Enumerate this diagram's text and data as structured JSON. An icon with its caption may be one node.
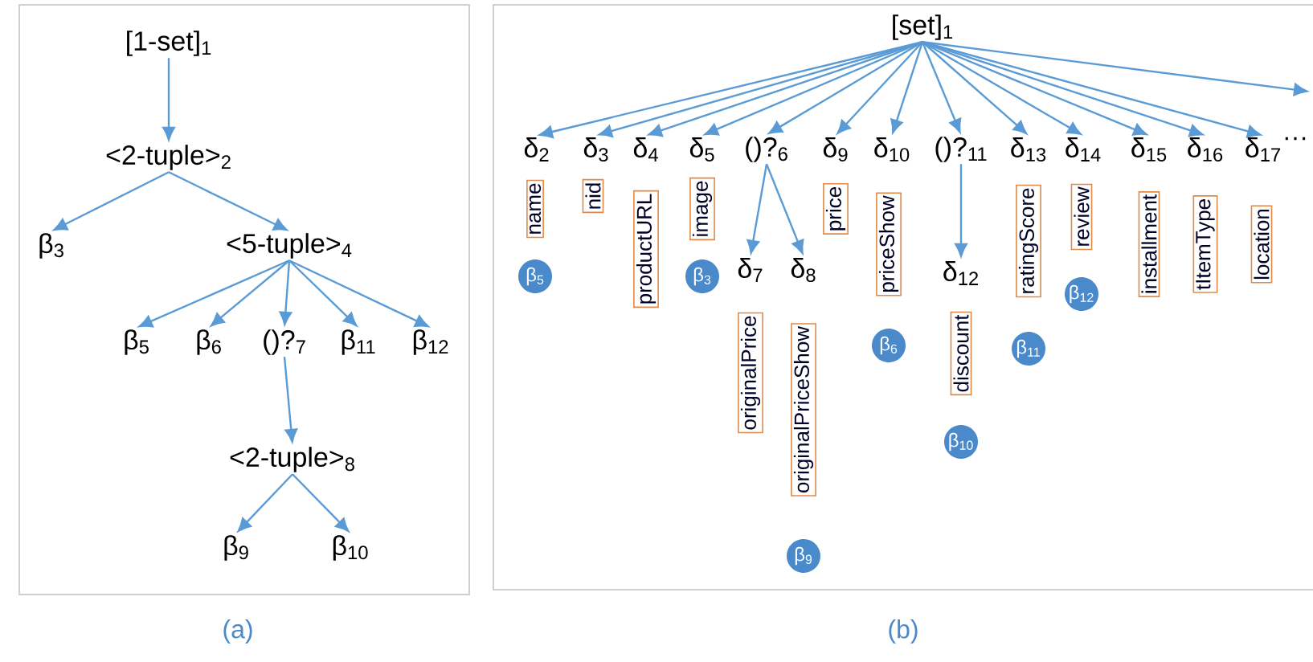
{
  "diagram": {
    "nodes": [
      {
        "text": [
          "[1-set]$_{1}$"
        ]
      },
      {
        "text": [
          "<2-tuple>$_{2}$"
        ]
      },
      {
        "text": [
          "β$_{3}$"
        ]
      },
      {
        "text": [
          "<5-tuple>$_{4}$"
        ]
      },
      {
        "text": [
          "β$_{5}$"
        ]
      },
      {
        "text": [
          "β$_{6}$"
        ]
      },
      {
        "text": [
          "()?$_{7}$"
        ]
      },
      {
        "text": [
          "β$_{11}$"
        ]
      },
      {
        "text": [
          "β$_{12}$"
        ]
      },
      {
        "text": [
          "<2-tuple>$_{8}$"
        ]
      },
      {
        "text": [
          "β$_{9}$"
        ]
      },
      {
        "text": [
          "β$_{10}$"
        ]
      },
      {
        "text": [
          "[set]$_{1}$"
        ]
      },
      {
        "text": [
          "δ$_{2}$"
        ]
      },
      {
        "text": [
          "name"
        ]
      },
      {
        "text": [
          "β$_{5}$"
        ]
      },
      {
        "text": [
          "δ$_{3}$"
        ]
      },
      {
        "text": [
          "nid"
        ]
      },
      {
        "text": [
          "δ$_{4}$"
        ]
      },
      {
        "text": [
          "productURL"
        ]
      },
      {
        "text": [
          "δ$_{5}$"
        ]
      },
      {
        "text": [
          "image"
        ]
      },
      {
        "text": [
          "β$_{3}$"
        ]
      },
      {
        "text": [
          "()?$_{6}$"
        ]
      },
      {
        "text": [
          "δ$_{7}$"
        ]
      },
      {
        "text": [
          "originalPrice"
        ]
      },
      {
        "text": [
          "δ$_{8}$"
        ]
      },
      {
        "text": [
          "originalPriceShow"
        ]
      },
      {
        "text": [
          "β$_{9}$"
        ]
      },
      {
        "text": [
          "δ$_{9}$"
        ]
      },
      {
        "text": [
          "price"
        ]
      },
      {
        "text": [
          "δ$_{10}$"
        ]
      },
      {
        "text": [
          "priceShow"
        ]
      },
      {
        "text": [
          "β$_{6}$"
        ]
      },
      {
        "text": [
          "()?$_{11}$"
        ]
      },
      {
        "text": [
          "δ$_{12}$"
        ]
      },
      {
        "text": [
          "discount"
        ]
      },
      {
        "text": [
          "β$_{10}$"
        ]
      },
      {
        "text": [
          "δ$_{13}$"
        ]
      },
      {
        "text": [
          "ratingScore"
        ]
      },
      {
        "text": [
          "β$_{11}$"
        ]
      },
      {
        "text": [
          "δ$_{14}$"
        ]
      },
      {
        "text": [
          "review"
        ]
      },
      {
        "text": [
          "β$_{12}$"
        ]
      },
      {
        "text": [
          "δ$_{15}$"
        ]
      },
      {
        "text": [
          "installment"
        ]
      },
      {
        "text": [
          "δ$_{16}$"
        ]
      },
      {
        "text": [
          "tItemType"
        ]
      },
      {
        "text": [
          "δ$_{17}$"
        ]
      },
      {
        "text": [
          "location"
        ]
      }
    ],
    "edges": [
      {
        "from": 0,
        "to": 1,
        "arrow": "to"
      },
      {
        "from": 1,
        "to": 2,
        "arrow": "to"
      },
      {
        "from": 1,
        "to": 3,
        "arrow": "to"
      },
      {
        "from": 3,
        "to": 4,
        "arrow": "to"
      },
      {
        "from": 3,
        "to": 5,
        "arrow": "to"
      },
      {
        "from": 3,
        "to": 6,
        "arrow": "to"
      },
      {
        "from": 3,
        "to": 7,
        "arrow": "to"
      },
      {
        "from": 3,
        "to": 8,
        "arrow": "to"
      },
      {
        "from": 6,
        "to": 9,
        "arrow": "to"
      },
      {
        "from": 9,
        "to": 10,
        "arrow": "to"
      },
      {
        "from": 9,
        "to": 11,
        "arrow": "to"
      },
      {
        "from": 12,
        "to": 13,
        "arrow": "to"
      },
      {
        "from": 12,
        "to": 16,
        "arrow": "to"
      },
      {
        "from": 12,
        "to": 18,
        "arrow": "to"
      },
      {
        "from": 12,
        "to": 20,
        "arrow": "to"
      },
      {
        "from": 12,
        "to": 23,
        "arrow": "to"
      },
      {
        "from": 12,
        "to": 29,
        "arrow": "to"
      },
      {
        "from": 12,
        "to": 31,
        "arrow": "to"
      },
      {
        "from": 12,
        "to": 34,
        "arrow": "to"
      },
      {
        "from": 12,
        "to": 38,
        "arrow": "to"
      },
      {
        "from": 12,
        "to": 41,
        "arrow": "to"
      },
      {
        "from": 12,
        "to": 44,
        "arrow": "to"
      },
      {
        "from": 12,
        "to": 46,
        "arrow": "to"
      },
      {
        "from": 12,
        "to": 48,
        "arrow": "to"
      },
      {
        "from": 12,
        "to": null,
        "arrow": "to"
      },
      {
        "from": 23,
        "to": 24,
        "arrow": "to"
      },
      {
        "from": 23,
        "to": 26,
        "arrow": "to"
      },
      {
        "from": 34,
        "to": 35,
        "arrow": "to"
      }
    ],
    "labels": [
      "···",
      "(a)",
      "(b)"
    ]
  }
}
